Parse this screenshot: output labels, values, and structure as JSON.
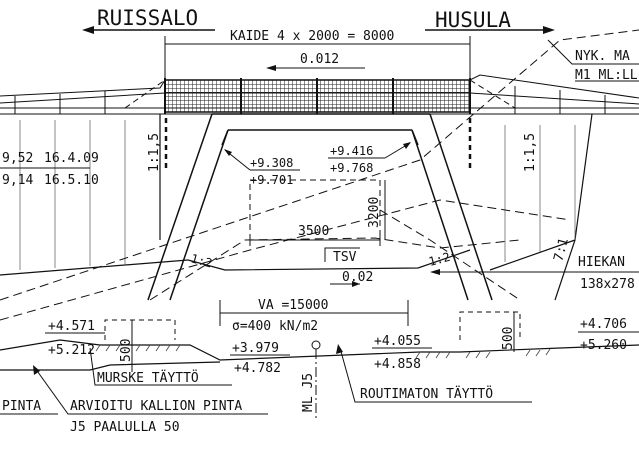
{
  "places": {
    "left": "RUISSALO",
    "right": "HUSULA"
  },
  "railing": "KAIDE 4 x 2000 = 8000",
  "deck_slope": "0.012",
  "existing_ground": {
    "line1": "NYK. MA",
    "line2": "M1 ML:LL"
  },
  "left_slope": "1:1,5",
  "right_slope": "1:1,5",
  "left_table": {
    "row1": {
      "level": "9,52",
      "date": "16.4.09"
    },
    "row2": {
      "level": "9,14",
      "date": "16.5.10"
    }
  },
  "top_left_levels": {
    "upper": "+9.308",
    "lower": "+9.701"
  },
  "top_right_levels": {
    "upper": "+9.416",
    "lower": "+9.768"
  },
  "clear_height": "3200",
  "clear_width": "3500",
  "tsv": "TSV",
  "cross_slope": "0.02",
  "wing_slope_left": "1:2",
  "wing_slope_right": "1:2",
  "right_side_slope": "7:1",
  "va": "VA =15000",
  "sigma": "σ=400 kN/m2",
  "footing_levels": {
    "left_upper": "+4.571",
    "left_lower": "+5.212",
    "mid_left_upper": "+3.979",
    "mid_left_lower": "+4.782",
    "mid_right_upper": "+4.055",
    "mid_right_lower": "+4.858",
    "right_upper": "+4.706",
    "right_lower": "+5.260"
  },
  "footing_depth_left": "500",
  "footing_depth_right": "500",
  "gravel": {
    "text": "HIEKAN",
    "size": "138x278"
  },
  "crushed_fill": "MURSKE TÄYTTÖ",
  "nonfrost_fill": "ROUTIMATON TÄYTTÖ",
  "centerline": "ML J5",
  "rock_left": "PINTA",
  "rock_estimate": {
    "line1": "ARVIOITU KALLION PINTA",
    "line2": "J5 PAALULLA 50"
  }
}
